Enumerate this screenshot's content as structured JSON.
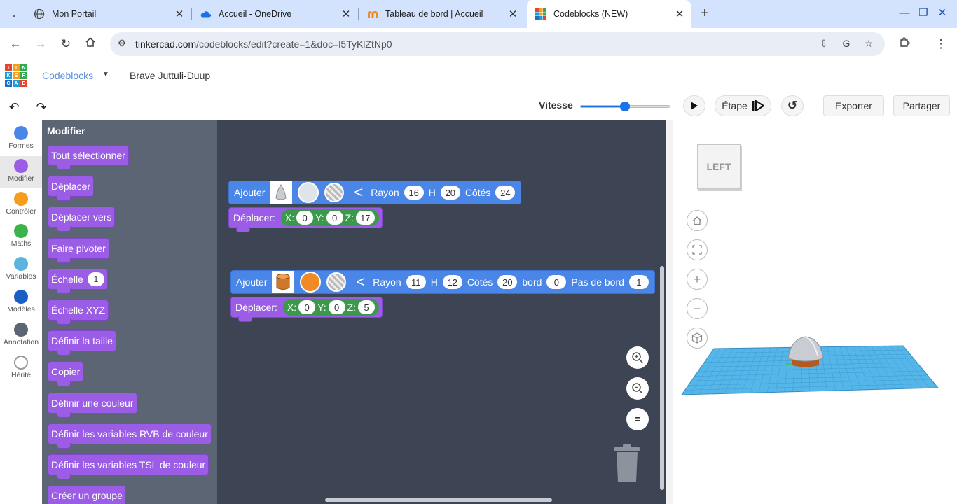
{
  "browser": {
    "tabs": [
      {
        "title": "Mon Portail",
        "icon": "globe-icon"
      },
      {
        "title": "Accueil - OneDrive",
        "icon": "onedrive-icon"
      },
      {
        "title": "Tableau de bord | Accueil",
        "icon": "moodle-icon"
      },
      {
        "title": "Codeblocks (NEW)",
        "icon": "tinkercad-icon",
        "active": true
      }
    ],
    "url_domain": "tinkercad.com",
    "url_path": "/codeblocks/edit?create=1&doc=l5TyKlZtNp0"
  },
  "app": {
    "logo_letters": [
      "TIN",
      "KER",
      "CAD"
    ],
    "product": "Codeblocks",
    "doc_name": "Brave Juttuli-Duup",
    "logo_colors": [
      "#e8432c",
      "#f59e1b",
      "#2eaa4f",
      "#1a9ed9",
      "#f59e1b",
      "#2eaa4f",
      "#1a6fc9",
      "#1a9ed9",
      "#e8432c"
    ]
  },
  "toolbar": {
    "speed_label": "Vitesse",
    "speed_level": 0.5,
    "step_label": "Étape",
    "export_label": "Exporter",
    "share_label": "Partager"
  },
  "categories": [
    {
      "label": "Formes",
      "color": "#4a86e8"
    },
    {
      "label": "Modifier",
      "color": "#9b5de5",
      "selected": true
    },
    {
      "label": "Contrôler",
      "color": "#f59e1b"
    },
    {
      "label": "Maths",
      "color": "#3cb34a"
    },
    {
      "label": "Variables",
      "color": "#5bb3de"
    },
    {
      "label": "Modèles",
      "color": "#1a5fc2"
    },
    {
      "label": "Annotation",
      "color": "#5b6573"
    },
    {
      "label": "Hérité",
      "color": "#ffffff"
    }
  ],
  "flyout": {
    "title": "Modifier",
    "blocks": [
      {
        "label": "Tout sélectionner"
      },
      {
        "label": "Déplacer"
      },
      {
        "label": "Déplacer vers"
      },
      {
        "label": "Faire pivoter"
      },
      {
        "label": "Échelle",
        "value": "1"
      },
      {
        "label": "Échelle XYZ"
      },
      {
        "label": "Définir la taille"
      },
      {
        "label": "Copier"
      },
      {
        "label": "Définir une couleur"
      },
      {
        "label": "Définir les variables RVB de couleur"
      },
      {
        "label": "Définir les variables TSL de couleur"
      },
      {
        "label": "Créer un groupe"
      }
    ]
  },
  "workspace": {
    "stack1": {
      "add_label": "Ajouter",
      "shape": "cone-icon",
      "color": "#dfe3ea",
      "rayon_label": "Rayon",
      "rayon": "16",
      "h_label": "H",
      "h": "20",
      "cotes_label": "Côtés",
      "cotes": "24",
      "move_label": "Déplacer:",
      "x_label": "X:",
      "x": "0",
      "y_label": "Y:",
      "y": "0",
      "z_label": "Z:",
      "z": "17"
    },
    "stack2": {
      "add_label": "Ajouter",
      "shape": "cylinder-icon",
      "color": "#f08a24",
      "rayon_label": "Rayon",
      "rayon": "11",
      "h_label": "H",
      "h": "12",
      "cotes_label": "Côtés",
      "cotes": "20",
      "bord_label": "bord",
      "bord": "0",
      "pas_label": "Pas de bord",
      "pas": "1",
      "move_label": "Déplacer:",
      "x_label": "X:",
      "x": "0",
      "y_label": "Y:",
      "y": "0",
      "z_label": "Z:",
      "z": "5"
    }
  },
  "viewer": {
    "viewcube_label": "LEFT",
    "grid_color": "#55b6ea"
  }
}
